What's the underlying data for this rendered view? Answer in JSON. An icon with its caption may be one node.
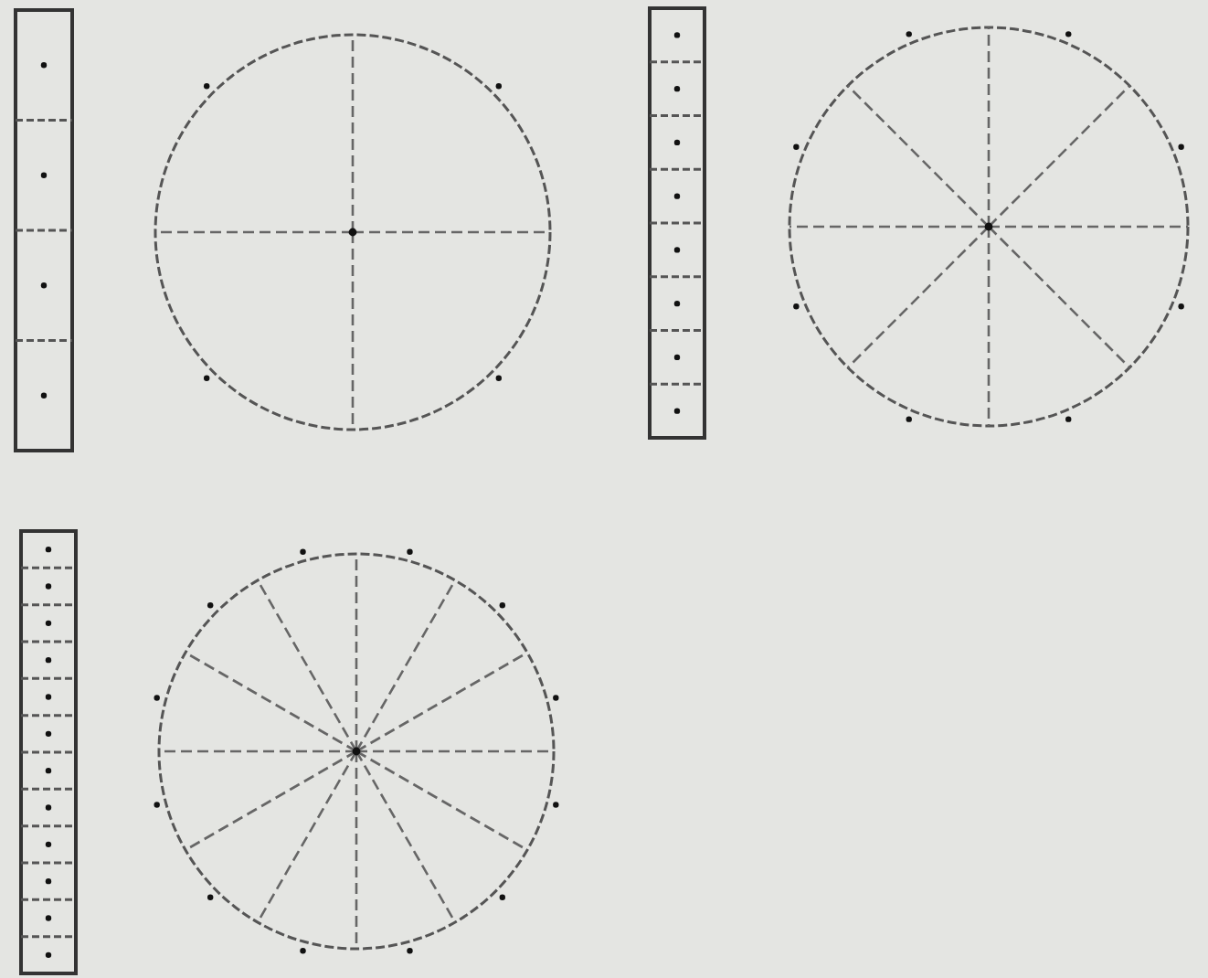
{
  "diagram": {
    "nodes": [
      {
        "text": [],
        "shape": "bar"
      },
      {
        "text": [],
        "shape": "circle"
      },
      {
        "text": [],
        "shape": "bar"
      },
      {
        "text": [],
        "shape": "circle"
      },
      {
        "text": [],
        "shape": "bar"
      },
      {
        "text": [],
        "shape": "circle"
      }
    ]
  }
}
